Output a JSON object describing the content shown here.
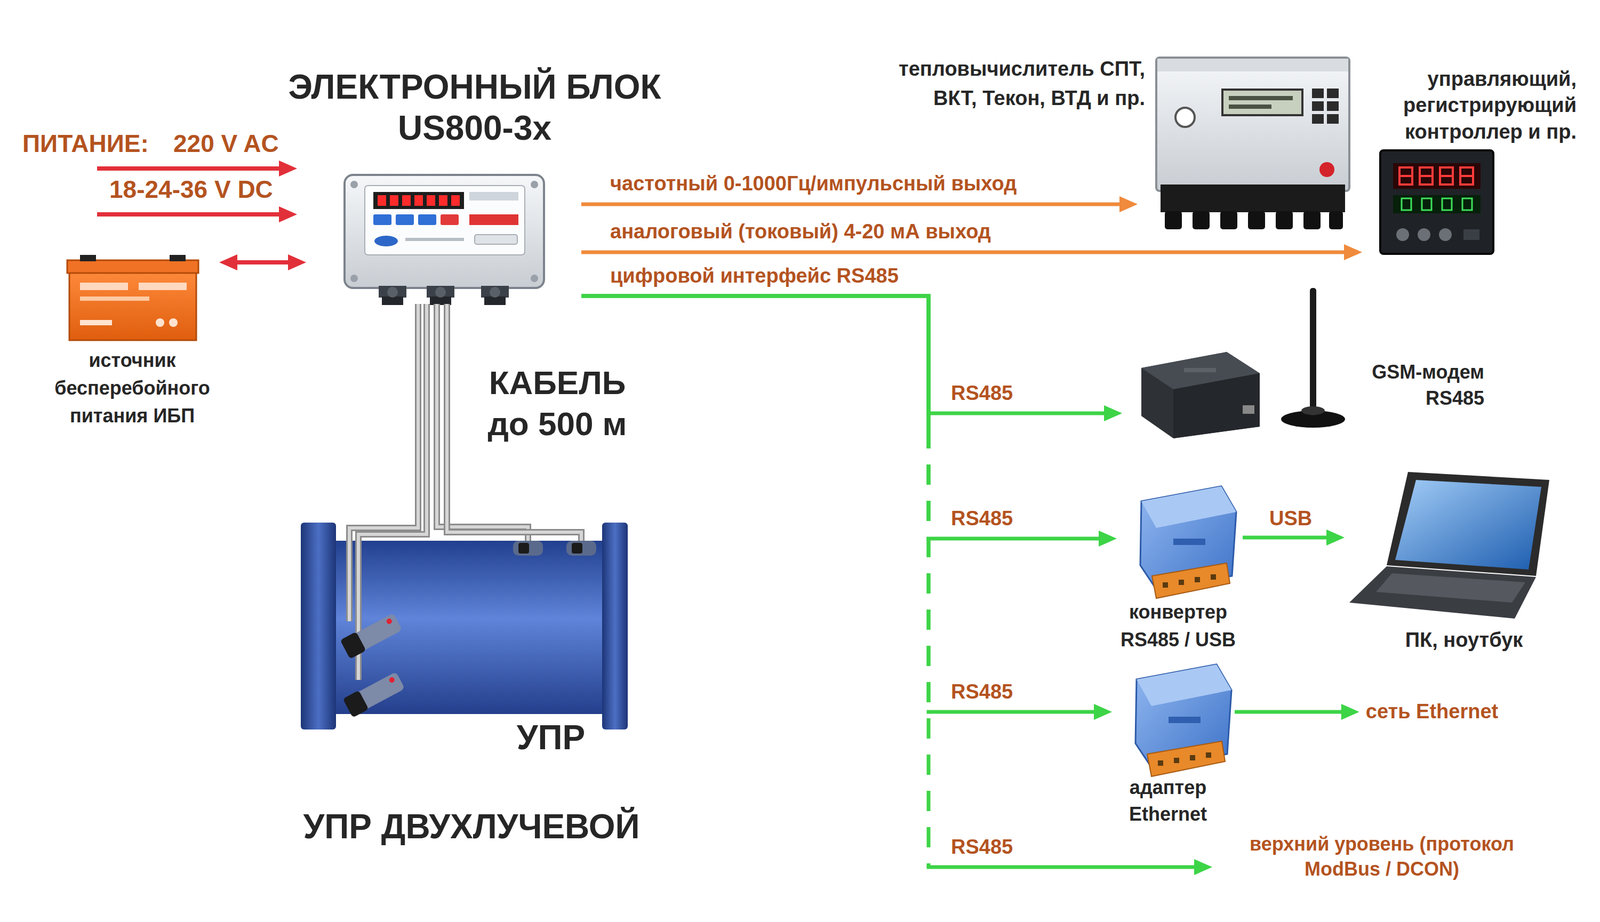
{
  "diagram": {
    "caption": "УПР ДВУХЛУЧЕВОЙ",
    "nodes": [
      {
        "text": [
          "ЭЛЕКТРОННЫЙ БЛОК US800-3x"
        ]
      },
      {
        "text": [
          "тепловычислитель СПТ, ВКТ, Текон, ВТД и пр."
        ]
      },
      {
        "text": [
          "управляющий, регистрирующий контроллер и пр."
        ]
      },
      {
        "text": [
          "источник бесперебойного питания ИБП"
        ]
      },
      {
        "text": [
          "GSM-модем RS485"
        ]
      },
      {
        "text": [
          "конвертер RS485 / USB"
        ]
      },
      {
        "text": [
          "ПК, ноутбук"
        ]
      },
      {
        "text": [
          "УПР"
        ]
      },
      {
        "text": [
          "адаптер Ethernet"
        ]
      },
      {
        "text": [
          "сеть Ethernet"
        ]
      },
      {
        "text": [
          "верхний уровень (протокол ModBus / DCON)"
        ]
      }
    ],
    "edges": [
      {
        "from": 3,
        "to": 0,
        "arrow": "both"
      },
      {
        "from": 0,
        "to": 1,
        "label": "частотный 0-1000Гц/импульсный выход",
        "arrow": "to"
      },
      {
        "from": 0,
        "to": 2,
        "label": "аналоговый (токовый) 4-20 мА выход",
        "arrow": "to"
      },
      {
        "from": 0,
        "to": 4,
        "label": "RS485",
        "arrow": "to"
      },
      {
        "from": 0,
        "to": 5,
        "label": "RS485",
        "arrow": "to"
      },
      {
        "from": 0,
        "to": 8,
        "label": "RS485",
        "arrow": "to"
      },
      {
        "from": 0,
        "to": 10,
        "label": "RS485",
        "arrow": "to"
      },
      {
        "from": 5,
        "to": 6,
        "label": "USB",
        "arrow": "to"
      },
      {
        "from": 8,
        "to": 9,
        "arrow": "to"
      },
      {
        "from": 0,
        "to": 7,
        "label": "КАБЕЛЬ до 500 м",
        "arrow": "none"
      }
    ],
    "labels": [
      "ПИТАНИЕ:",
      "220 V AC",
      "18-24-36 V DC",
      "цифровой интерфейс RS485"
    ]
  }
}
